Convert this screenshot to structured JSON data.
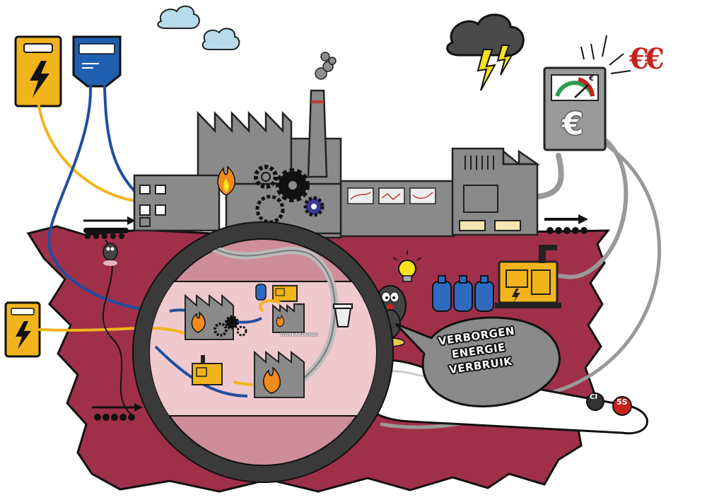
{
  "bubble": {
    "line1": "VERBORGEN",
    "line2": "ENERGIE",
    "line3": "VERBRUIK"
  },
  "small_factory_label": "WORKAROUNDS",
  "cost_symbol": "€€",
  "meter_symbol": "€",
  "gauge_symbol": "€",
  "logos": {
    "left": "CI",
    "right": "5S"
  },
  "colors": {
    "ground": "#a0304a",
    "factory": "#8a8a8a",
    "electric_yellow": "#f2b41c",
    "gas_blue": "#1f4fa0",
    "euro_red": "#c8221e",
    "magnifier_tint": "#f4dadd"
  },
  "icons": [
    "power-outlet-icon",
    "gas-meter-icon",
    "cloud-icon",
    "storm-cloud-icon",
    "lightning-icon",
    "cost-meter-icon",
    "fire-icon",
    "gear-icon",
    "generator-icon",
    "gas-bottle-icon",
    "lightbulb-icon",
    "mole-character-icon",
    "trash-bin-icon",
    "conveyor-belt-icon",
    "magnifying-glass-icon"
  ]
}
